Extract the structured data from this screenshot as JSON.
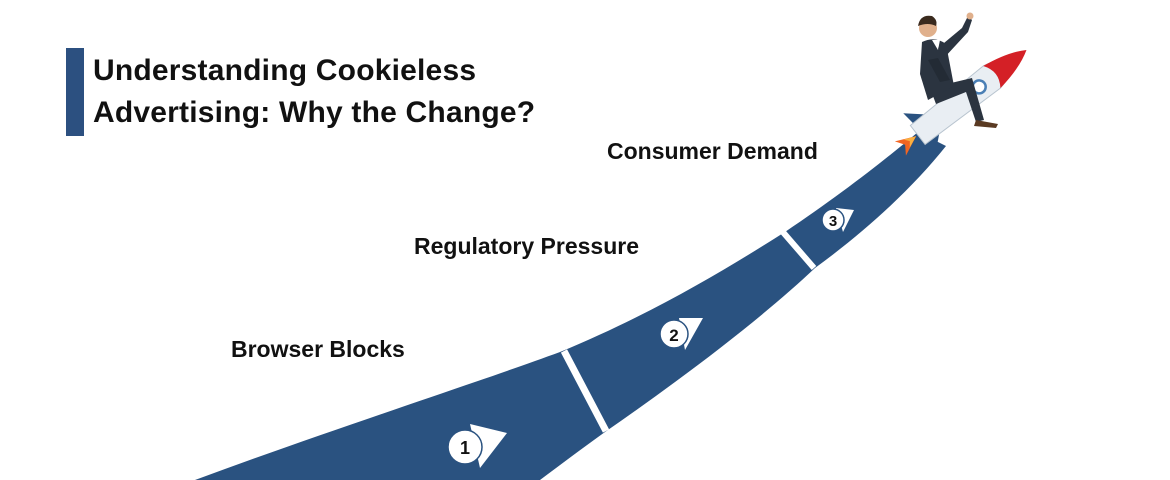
{
  "title": {
    "line1": "Understanding Cookieless",
    "line2": "Advertising: Why the Change?"
  },
  "stages": [
    {
      "number": "1",
      "label": "Browser Blocks"
    },
    {
      "number": "2",
      "label": "Regulatory Pressure"
    },
    {
      "number": "3",
      "label": "Consumer Demand"
    }
  ],
  "colors": {
    "path": "#2a5280",
    "accent": "#2c5080",
    "text": "#111111",
    "rocket_nose": "#d42026",
    "flame": "#f26522"
  },
  "icons": [
    "rocket-icon",
    "businessman-icon",
    "arrow-marker-icon"
  ]
}
